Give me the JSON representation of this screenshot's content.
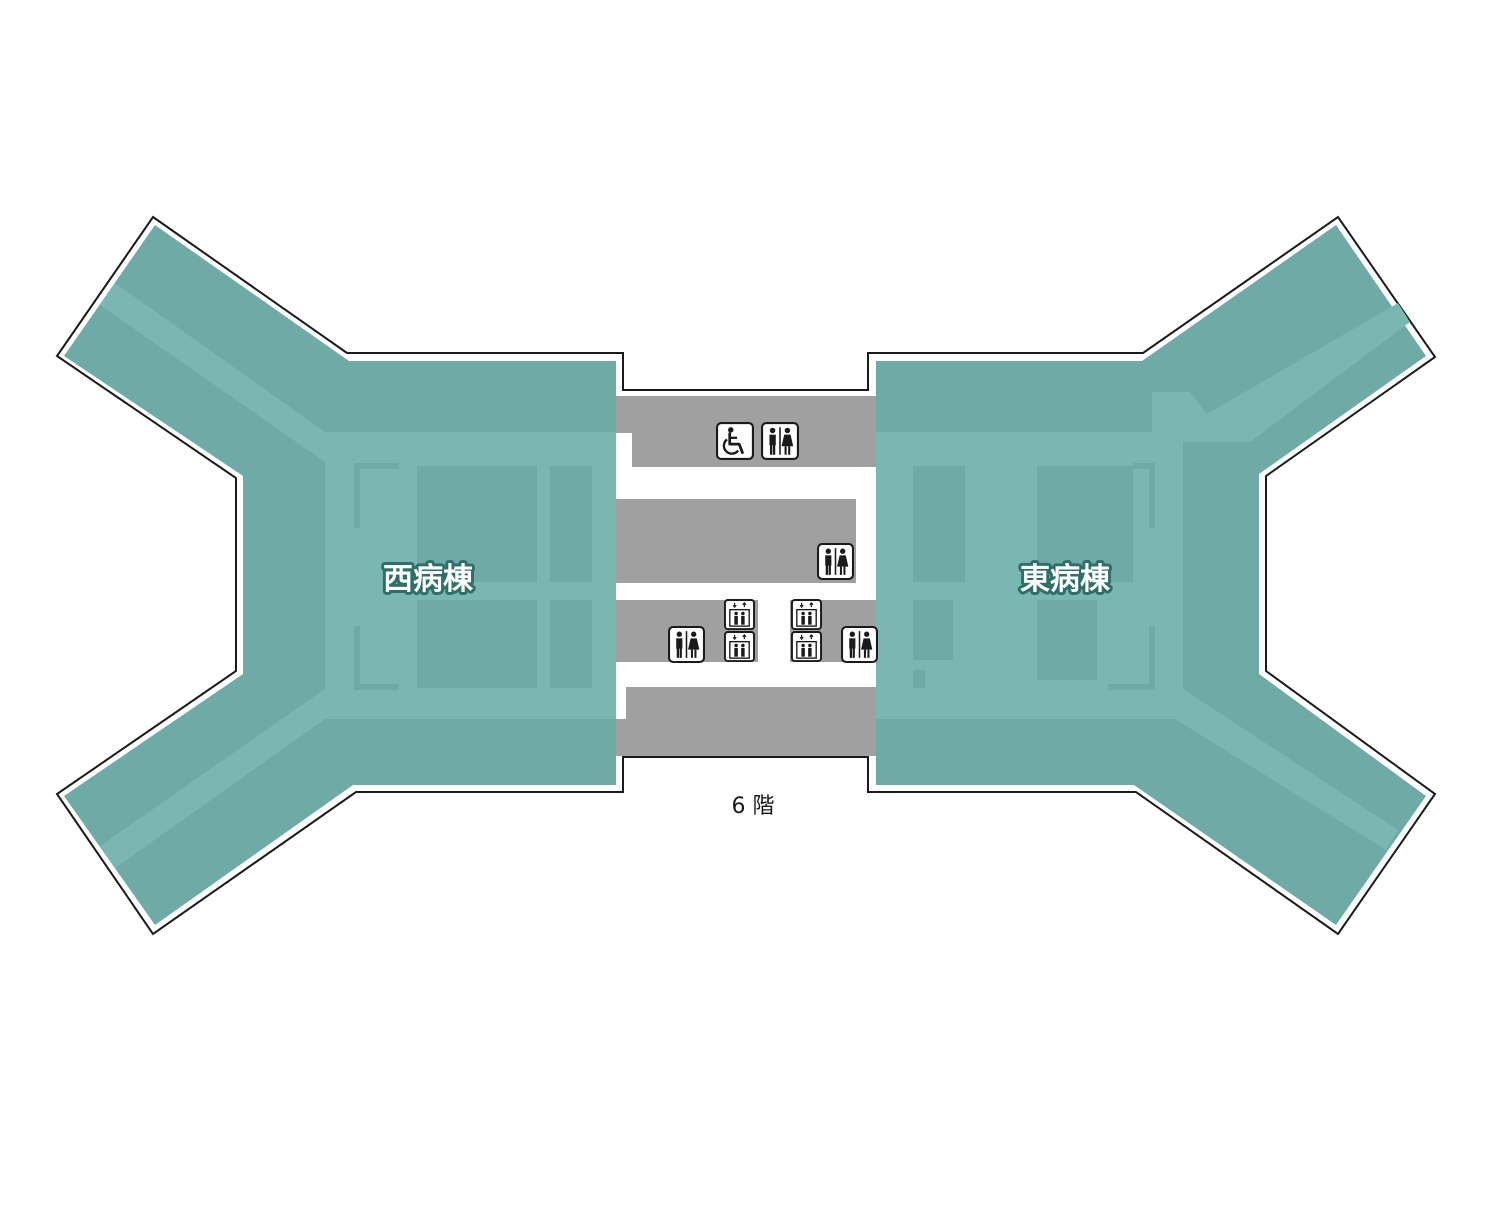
{
  "floor_label": "6 階",
  "west_wing": {
    "label": "西病棟"
  },
  "east_wing": {
    "label": "東病棟"
  },
  "colors": {
    "wing": "#6eaba7",
    "wing_light": "#7ab6b2",
    "core": "#a0a0a0",
    "outline": "#1a1a1a",
    "background": "#ffffff"
  },
  "facilities": [
    {
      "type": "accessible-restroom",
      "icon": "wheelchair-icon"
    },
    {
      "type": "restroom",
      "icon": "restroom-icon"
    },
    {
      "type": "restroom",
      "icon": "restroom-icon"
    },
    {
      "type": "restroom",
      "icon": "restroom-icon"
    },
    {
      "type": "restroom",
      "icon": "restroom-icon"
    },
    {
      "type": "elevator",
      "icon": "elevator-icon"
    },
    {
      "type": "elevator",
      "icon": "elevator-icon"
    },
    {
      "type": "elevator",
      "icon": "elevator-icon"
    },
    {
      "type": "elevator",
      "icon": "elevator-icon"
    }
  ]
}
